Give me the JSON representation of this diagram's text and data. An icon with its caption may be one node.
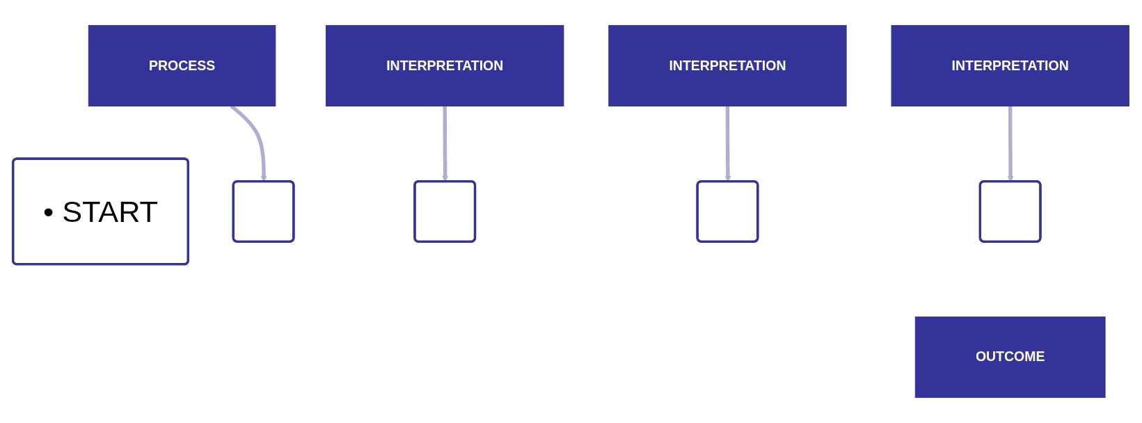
{
  "diagram": {
    "nodes": [
      {
        "text": [
          "• START"
        ]
      },
      {
        "text": [
          "PROCESS"
        ]
      },
      {
        "text": [],
        "shape": "box"
      },
      {
        "text": [
          "INTERPRETATION"
        ]
      },
      {
        "text": [],
        "shape": "box"
      },
      {
        "text": [
          "INTERPRETATION"
        ]
      },
      {
        "text": [],
        "shape": "box"
      },
      {
        "text": [
          "INTERPRETATION"
        ]
      },
      {
        "text": [],
        "shape": "box"
      },
      {
        "text": [
          "OUTCOME"
        ]
      }
    ],
    "edges": [
      {
        "from": 1,
        "to": 2,
        "arrow": "to"
      },
      {
        "from": 3,
        "to": 4,
        "arrow": "to"
      },
      {
        "from": 5,
        "to": 6,
        "arrow": "to"
      },
      {
        "from": 7,
        "to": 8,
        "arrow": "to"
      }
    ]
  }
}
